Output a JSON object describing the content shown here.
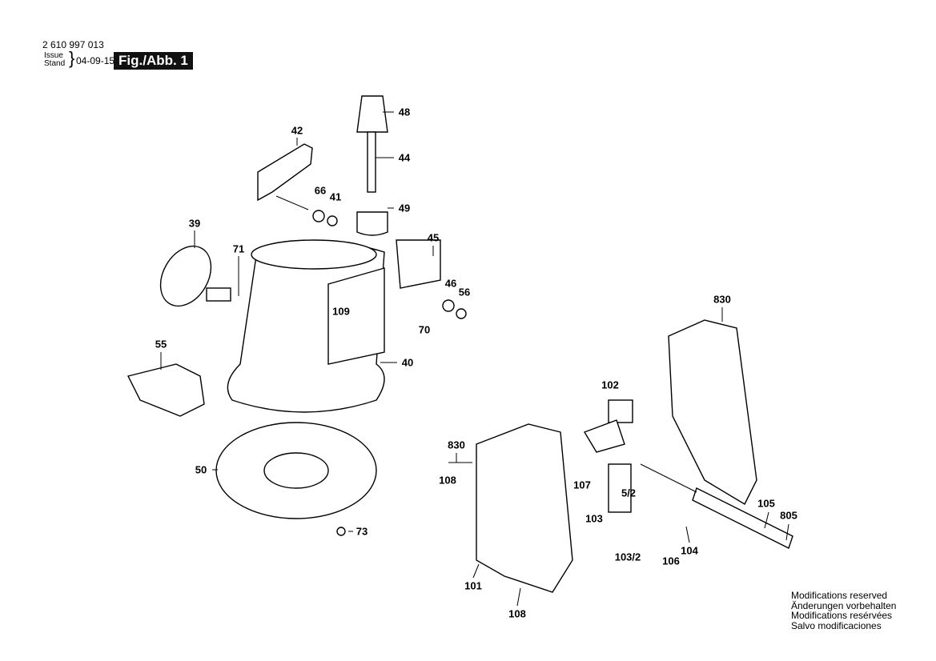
{
  "header": {
    "part_number": "2 610 997 013",
    "issue_label": "Issue",
    "stand_label": "Stand",
    "brace": "}",
    "date": "04-09-15",
    "figure": "Fig./Abb. 1"
  },
  "parts": [
    "48",
    "44",
    "42",
    "66",
    "41",
    "49",
    "39",
    "71",
    "45",
    "46",
    "56",
    "109",
    "70",
    "40",
    "830",
    "55",
    "102",
    "830",
    "50",
    "108",
    "107",
    "5/2",
    "105",
    "805",
    "103",
    "104",
    "103/2",
    "106",
    "73",
    "101",
    "108"
  ],
  "notice": [
    "Modifications reserved",
    "Änderungen vorbehalten",
    "Modifications resérvées",
    "Salvo modificaciones"
  ]
}
